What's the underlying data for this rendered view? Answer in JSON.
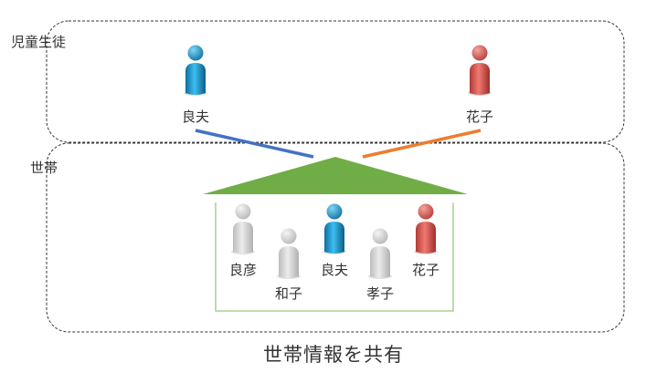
{
  "groups": {
    "students": "児童生徒",
    "household": "世帯"
  },
  "students": [
    {
      "name": "良夫",
      "color": "blue"
    },
    {
      "name": "花子",
      "color": "red"
    }
  ],
  "household_members": [
    {
      "name": "良彦",
      "color": "gray"
    },
    {
      "name": "和子",
      "color": "gray"
    },
    {
      "name": "良夫",
      "color": "blue"
    },
    {
      "name": "孝子",
      "color": "gray"
    },
    {
      "name": "花子",
      "color": "red"
    }
  ],
  "caption": "世帯情報を共有",
  "colors": {
    "roof": "#70ad47",
    "house_outline": "#a9d18e",
    "link_blue": "#4472c4",
    "link_orange": "#ed7d31",
    "figure_blue": "#1aa0d8",
    "figure_red": "#e0504a",
    "figure_gray": "#d0d0d0",
    "group_border": "#333333"
  },
  "icons": {
    "person": "person-icon",
    "house_roof": "house-roof",
    "house_body": "house-body"
  }
}
